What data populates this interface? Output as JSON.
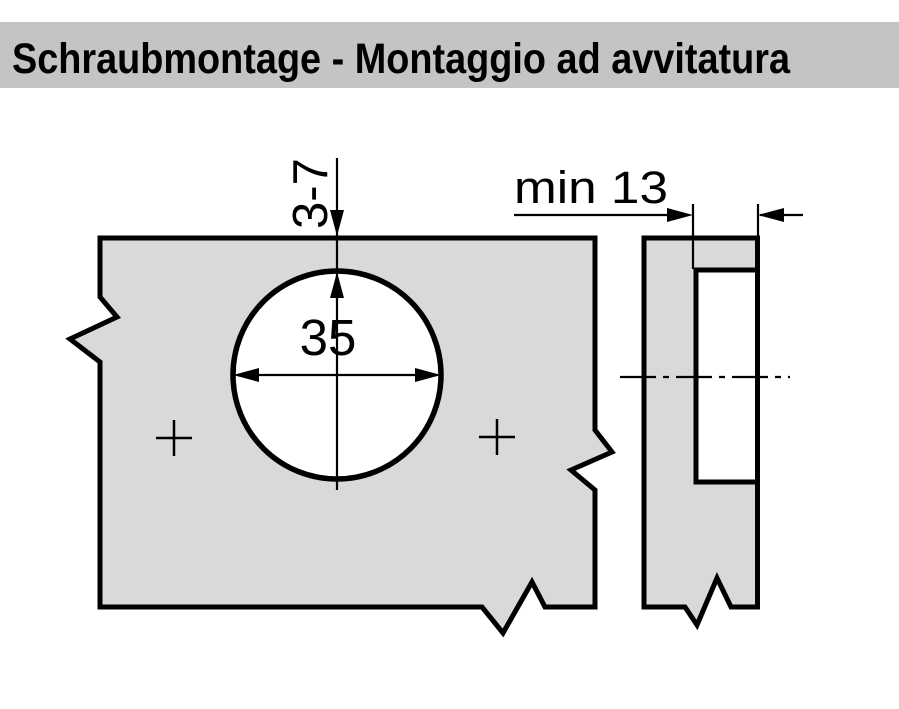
{
  "header": {
    "title": "Schraubmontage - Montaggio ad avvitatura"
  },
  "front_view": {
    "cup_diameter_label": "35",
    "edge_distance_label": "3-7"
  },
  "side_view": {
    "min_depth_label": "min 13"
  },
  "colors": {
    "title_bar_bg": "#c4c4c4",
    "panel_fill": "#d9d9d9",
    "hole_fill": "#ffffff",
    "line": "#000000",
    "background": "#ffffff"
  }
}
